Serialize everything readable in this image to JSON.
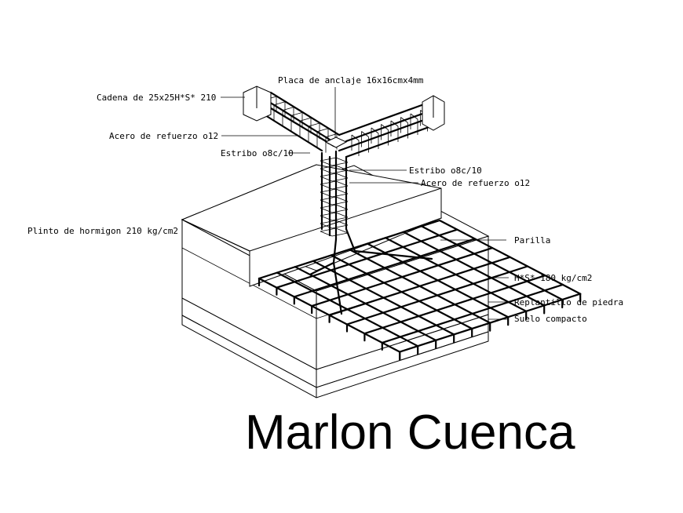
{
  "labels": {
    "cadena": "Cadena de 25x25H*S* 210",
    "placa": "Placa de anclaje 16x16cmx4mm",
    "acero_top": "Acero de refuerzo o12",
    "estribo_top": "Estribo o8c/10",
    "estribo_right": "Estribo o8c/10",
    "acero_right": "Acero de refuerzo o12",
    "plinto": "Plinto de hormigon 210 kg/cm2",
    "parilla": "Parilla",
    "hs": "H*S* 180 kg/cm2",
    "replantillo": "Replantillo de piedra",
    "suelo": "Suelo compacto"
  },
  "author": "Marlon Cuenca"
}
